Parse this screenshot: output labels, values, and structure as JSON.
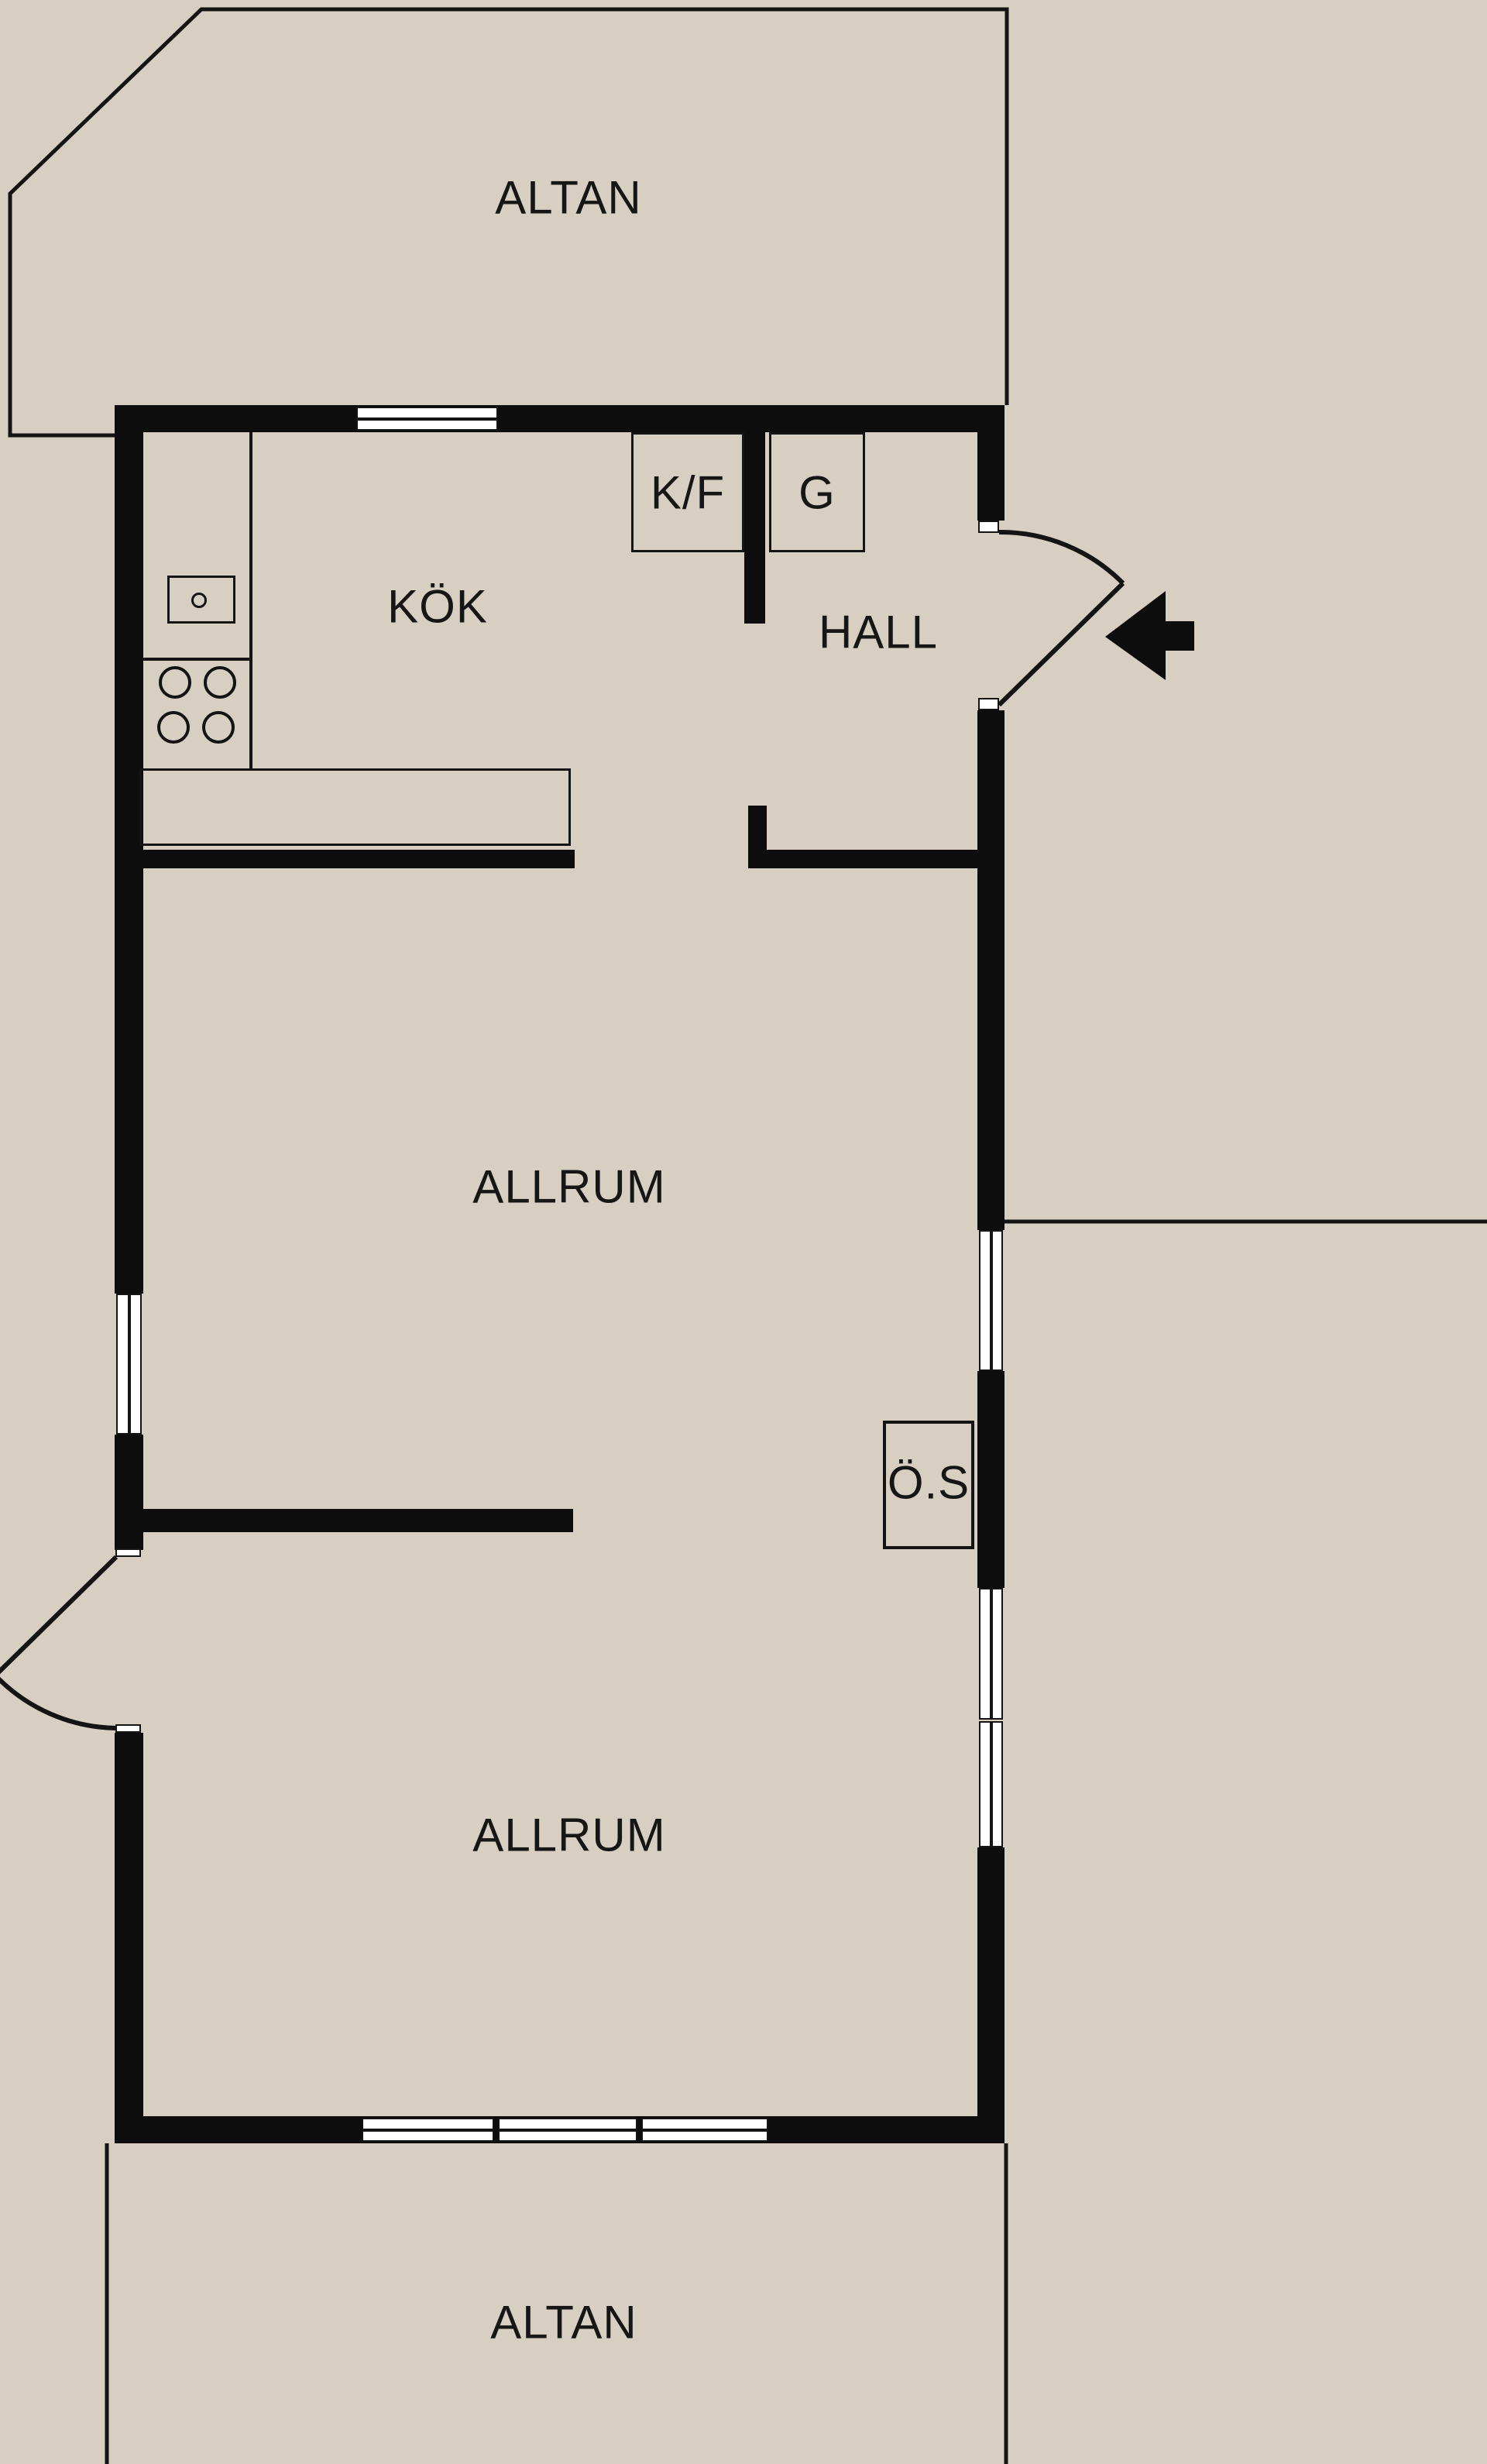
{
  "title": "Floor plan",
  "colors": {
    "background": "#d8cfc3",
    "walls": "#0d0d0d",
    "window": "#ffffff",
    "line": "#141414"
  },
  "labels": {
    "altan_top": "ALTAN",
    "kok": "KÖK",
    "kf": "K/F",
    "g": "G",
    "hall": "HALL",
    "allrum_upper": "ALLRUM",
    "os": "Ö.S",
    "allrum_lower": "ALLRUM",
    "altan_bottom": "ALTAN"
  }
}
